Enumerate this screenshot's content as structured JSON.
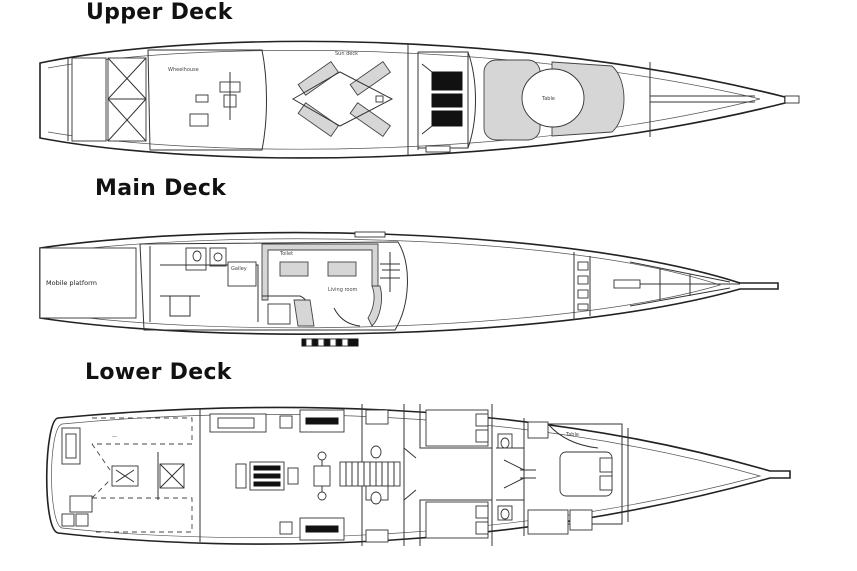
{
  "decks": {
    "upper": {
      "title": "Upper Deck",
      "labels": {
        "wheelhouse": "Wheelhouse",
        "sundeck": "Sun deck",
        "table": "Table"
      }
    },
    "main": {
      "title": "Main Deck",
      "labels": {
        "mobile_platform": "Mobile platform",
        "living_room": "Living room",
        "galley": "Galley",
        "toilet": "Toilet"
      }
    },
    "lower": {
      "title": "Lower Deck",
      "labels": {
        "table": "Table"
      }
    }
  }
}
